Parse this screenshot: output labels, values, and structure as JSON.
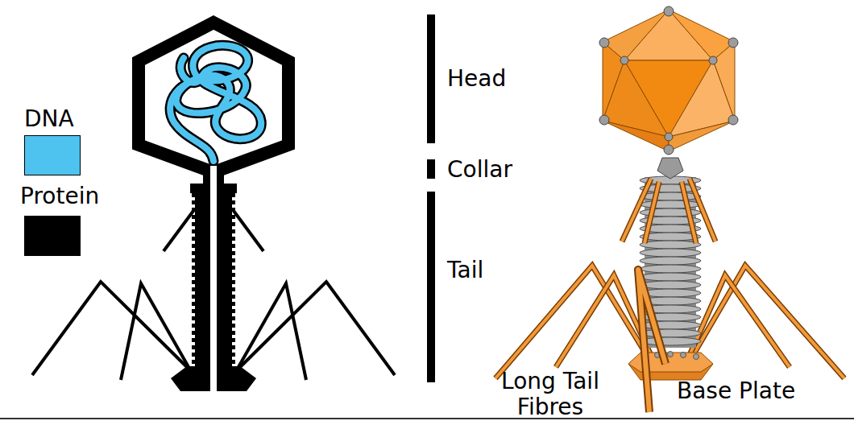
{
  "diagram": {
    "labels": [
      "Head",
      "Collar",
      "Tail",
      "Long Tail Fibres",
      "Base Plate"
    ],
    "legend": [
      {
        "text": "DNA",
        "color": "#4fc3f0"
      },
      {
        "text": "Protein",
        "color": "#000000"
      }
    ]
  }
}
